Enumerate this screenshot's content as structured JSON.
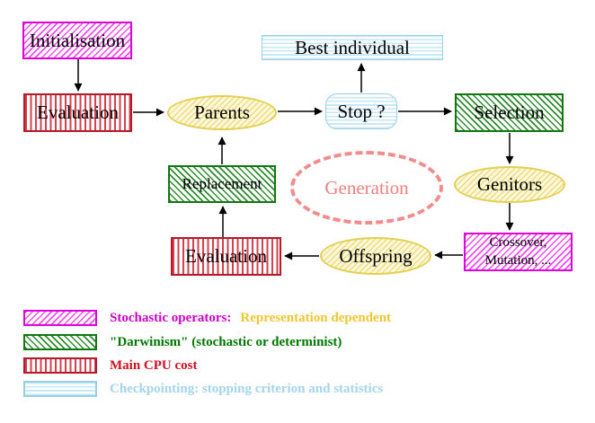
{
  "nodes": {
    "initialisation": {
      "label": "Initialisation"
    },
    "evaluation_top": {
      "label": "Evaluation"
    },
    "parents": {
      "label": "Parents"
    },
    "best_individual": {
      "label": "Best individual"
    },
    "stop": {
      "label": "Stop ?"
    },
    "selection": {
      "label": "Selection"
    },
    "replacement": {
      "label": "Replacement"
    },
    "generation": {
      "label": "Generation"
    },
    "genitors": {
      "label": "Genitors"
    },
    "crossover_mutation": {
      "line1": "Crossover,",
      "line2": "Mutation, ..."
    },
    "evaluation_bottom": {
      "label": "Evaluation"
    },
    "offspring": {
      "label": "Offspring"
    }
  },
  "legend": {
    "rows": [
      {
        "swatch": "magenta-hatch",
        "label": "Stochastic operators:",
        "label_suffix": "Representation dependent"
      },
      {
        "swatch": "green-hatch",
        "label": "\"Darwinism\" (stochastic or determinist)"
      },
      {
        "swatch": "red-stripes",
        "label": "Main CPU cost"
      },
      {
        "swatch": "cyan-stripes",
        "label": "Checkpointing: stopping criterion and statistics"
      }
    ]
  },
  "colors": {
    "magenta_border": "#dd00dd",
    "green_border": "#117711",
    "red_border": "#b51a28",
    "cyan_border": "#99cfe4",
    "yellow_border": "#e3cf52",
    "salmon_dashed": "#f08080",
    "legend_magenta_text": "#cc00cc",
    "legend_yellow_text": "#f0c630",
    "legend_green_text": "#007700",
    "legend_red_text": "#cc1122",
    "legend_cyan_text": "#a3d5ec",
    "arrow_color": "#000000"
  }
}
